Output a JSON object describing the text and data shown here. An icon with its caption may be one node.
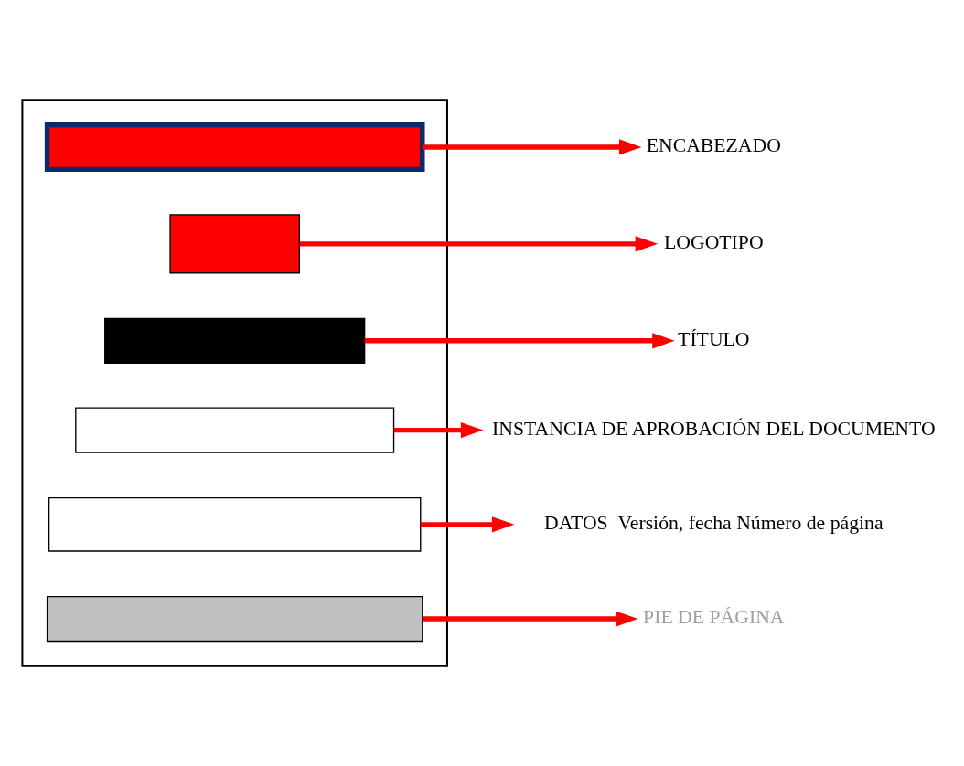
{
  "diagram": {
    "nodes": [
      {
        "text": [],
        "shape": "box"
      },
      {
        "text": [],
        "shape": "box",
        "in": 0
      },
      {
        "text": [],
        "shape": "box",
        "in": 0
      },
      {
        "text": [],
        "shape": "box",
        "in": 0
      },
      {
        "text": [],
        "shape": "box",
        "in": 0
      },
      {
        "text": [],
        "shape": "box",
        "in": 0
      },
      {
        "text": [],
        "shape": "box",
        "in": 0
      },
      {
        "text": [
          "ENCABEZADO"
        ]
      },
      {
        "text": [
          "LOGOTIPO"
        ]
      },
      {
        "text": [
          "TÍTULO"
        ]
      },
      {
        "text": [
          "INSTANCIA DE APROBACIÓN DEL DOCUMENTO"
        ]
      },
      {
        "text": [
          "DATOS  Versión, fecha Número de página"
        ]
      },
      {
        "text": [
          "PIE DE PÁGINA"
        ]
      }
    ],
    "edges": [
      {
        "from": 1,
        "to": 7,
        "arrow": "to"
      },
      {
        "from": 2,
        "to": 8,
        "arrow": "to"
      },
      {
        "from": 3,
        "to": 9,
        "arrow": "to"
      },
      {
        "from": 4,
        "to": 10,
        "arrow": "to"
      },
      {
        "from": 5,
        "to": 11,
        "arrow": "to"
      },
      {
        "from": 6,
        "to": 12,
        "arrow": "to"
      }
    ]
  }
}
